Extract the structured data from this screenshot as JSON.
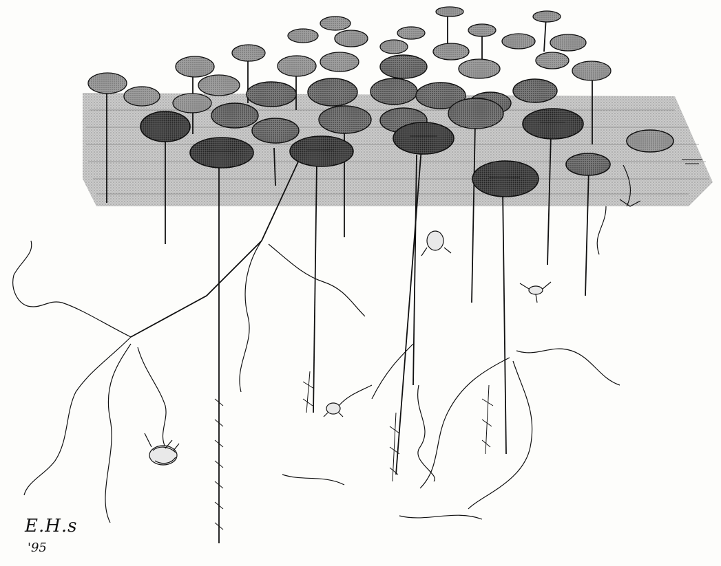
{
  "illustration": {
    "subject": "pen-and-ink-floating-leaf-plants",
    "ink_color": "#111111",
    "water_tone": "#9a9a9a",
    "leaf_tone": "#6e6e6e",
    "paper_color": "#fdfdfb"
  },
  "signature": {
    "initials": "E.H.s",
    "year": "'95"
  }
}
